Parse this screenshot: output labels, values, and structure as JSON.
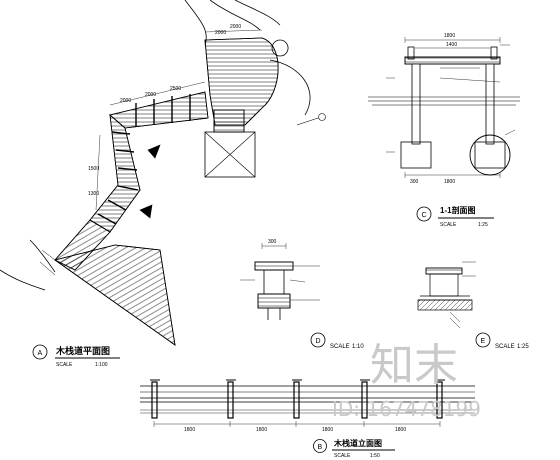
{
  "drawings": {
    "plan": {
      "marker": "A",
      "title": "木栈道平面图",
      "scale_label": "SCALE",
      "scale_value": "1:100"
    },
    "section_1_1": {
      "marker": "C",
      "title": "1-1剖面图",
      "scale_label": "SCALE",
      "scale_value": "1:25",
      "dims": {
        "top_overall": "1800",
        "top_inner": "1400",
        "bottom": "1800",
        "post": "300"
      }
    },
    "detail_d": {
      "marker": "D",
      "scale_label": "SCALE",
      "scale_value": "1:10",
      "dims": {
        "top": "300"
      }
    },
    "detail_e": {
      "marker": "E",
      "scale_label": "SCALE",
      "scale_value": "1:25"
    },
    "elevation": {
      "marker": "B",
      "title": "木栈道立面图",
      "scale_label": "SCALE",
      "scale_value": "1:50",
      "dims": [
        "1800",
        "1800",
        "1800",
        "1800"
      ]
    }
  },
  "plan_dims": [
    "2000",
    "2000",
    "2500",
    "2000",
    "2000",
    "1500",
    "1300"
  ],
  "watermark": {
    "text": "知末",
    "id": "ID: 167478199"
  },
  "colors": {
    "line": "#000000",
    "watermark": "#c9c9c9"
  }
}
